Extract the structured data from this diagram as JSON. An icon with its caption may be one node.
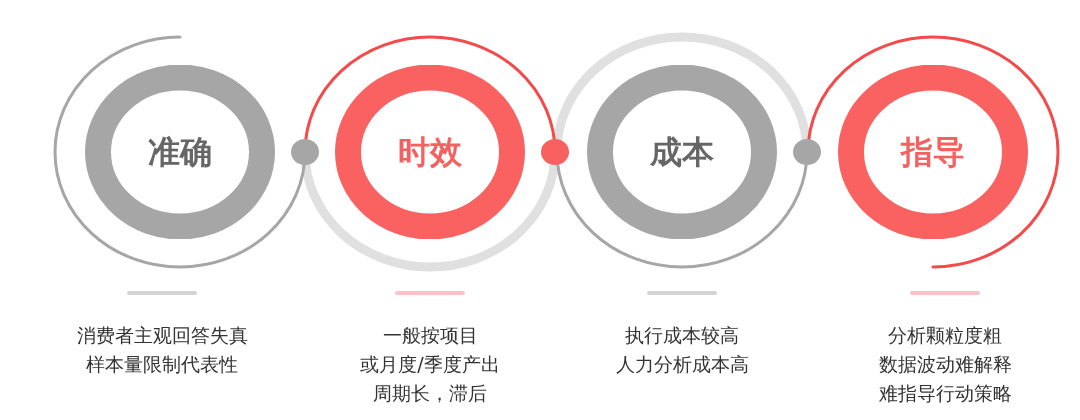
{
  "diagram": {
    "nodes": [
      {
        "text": [
          "准确"
        ],
        "beside": [
          "消费者主观回答失真",
          "样本量限制代表性"
        ]
      },
      {
        "text": [
          "时效"
        ],
        "beside": [
          "一般按项目",
          "或月度/季度产出",
          "周期长，滞后"
        ]
      },
      {
        "text": [
          "成本"
        ],
        "beside": [
          "执行成本较高",
          "人力分析成本高"
        ]
      },
      {
        "text": [
          "指导"
        ],
        "beside": [
          "分析颗粒度粗",
          "数据波动难解释",
          "难指导行动策略"
        ]
      }
    ],
    "edges": []
  }
}
